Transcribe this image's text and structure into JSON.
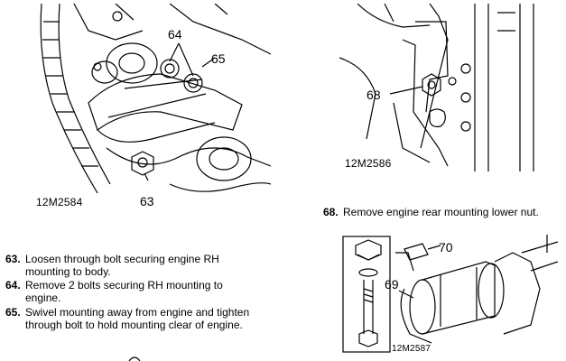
{
  "figures": {
    "left": {
      "code": "12M2584",
      "callouts": [
        "64",
        "65",
        "63"
      ]
    },
    "right_top": {
      "code": "12M2586",
      "callouts": [
        "68"
      ]
    },
    "right_bottom": {
      "code": "12M2587",
      "callouts": [
        "70",
        "69"
      ]
    }
  },
  "steps": [
    {
      "num": "63.",
      "text": "Loosen through bolt securing engine RH\nmounting to body."
    },
    {
      "num": "64.",
      "text": "Remove 2 bolts securing RH mounting to\nengine."
    },
    {
      "num": "65.",
      "text": "Swivel mounting away from engine and tighten\nthrough bolt to hold mounting clear of engine."
    },
    {
      "num": "68.",
      "text": "Remove engine rear mounting lower nut."
    }
  ]
}
